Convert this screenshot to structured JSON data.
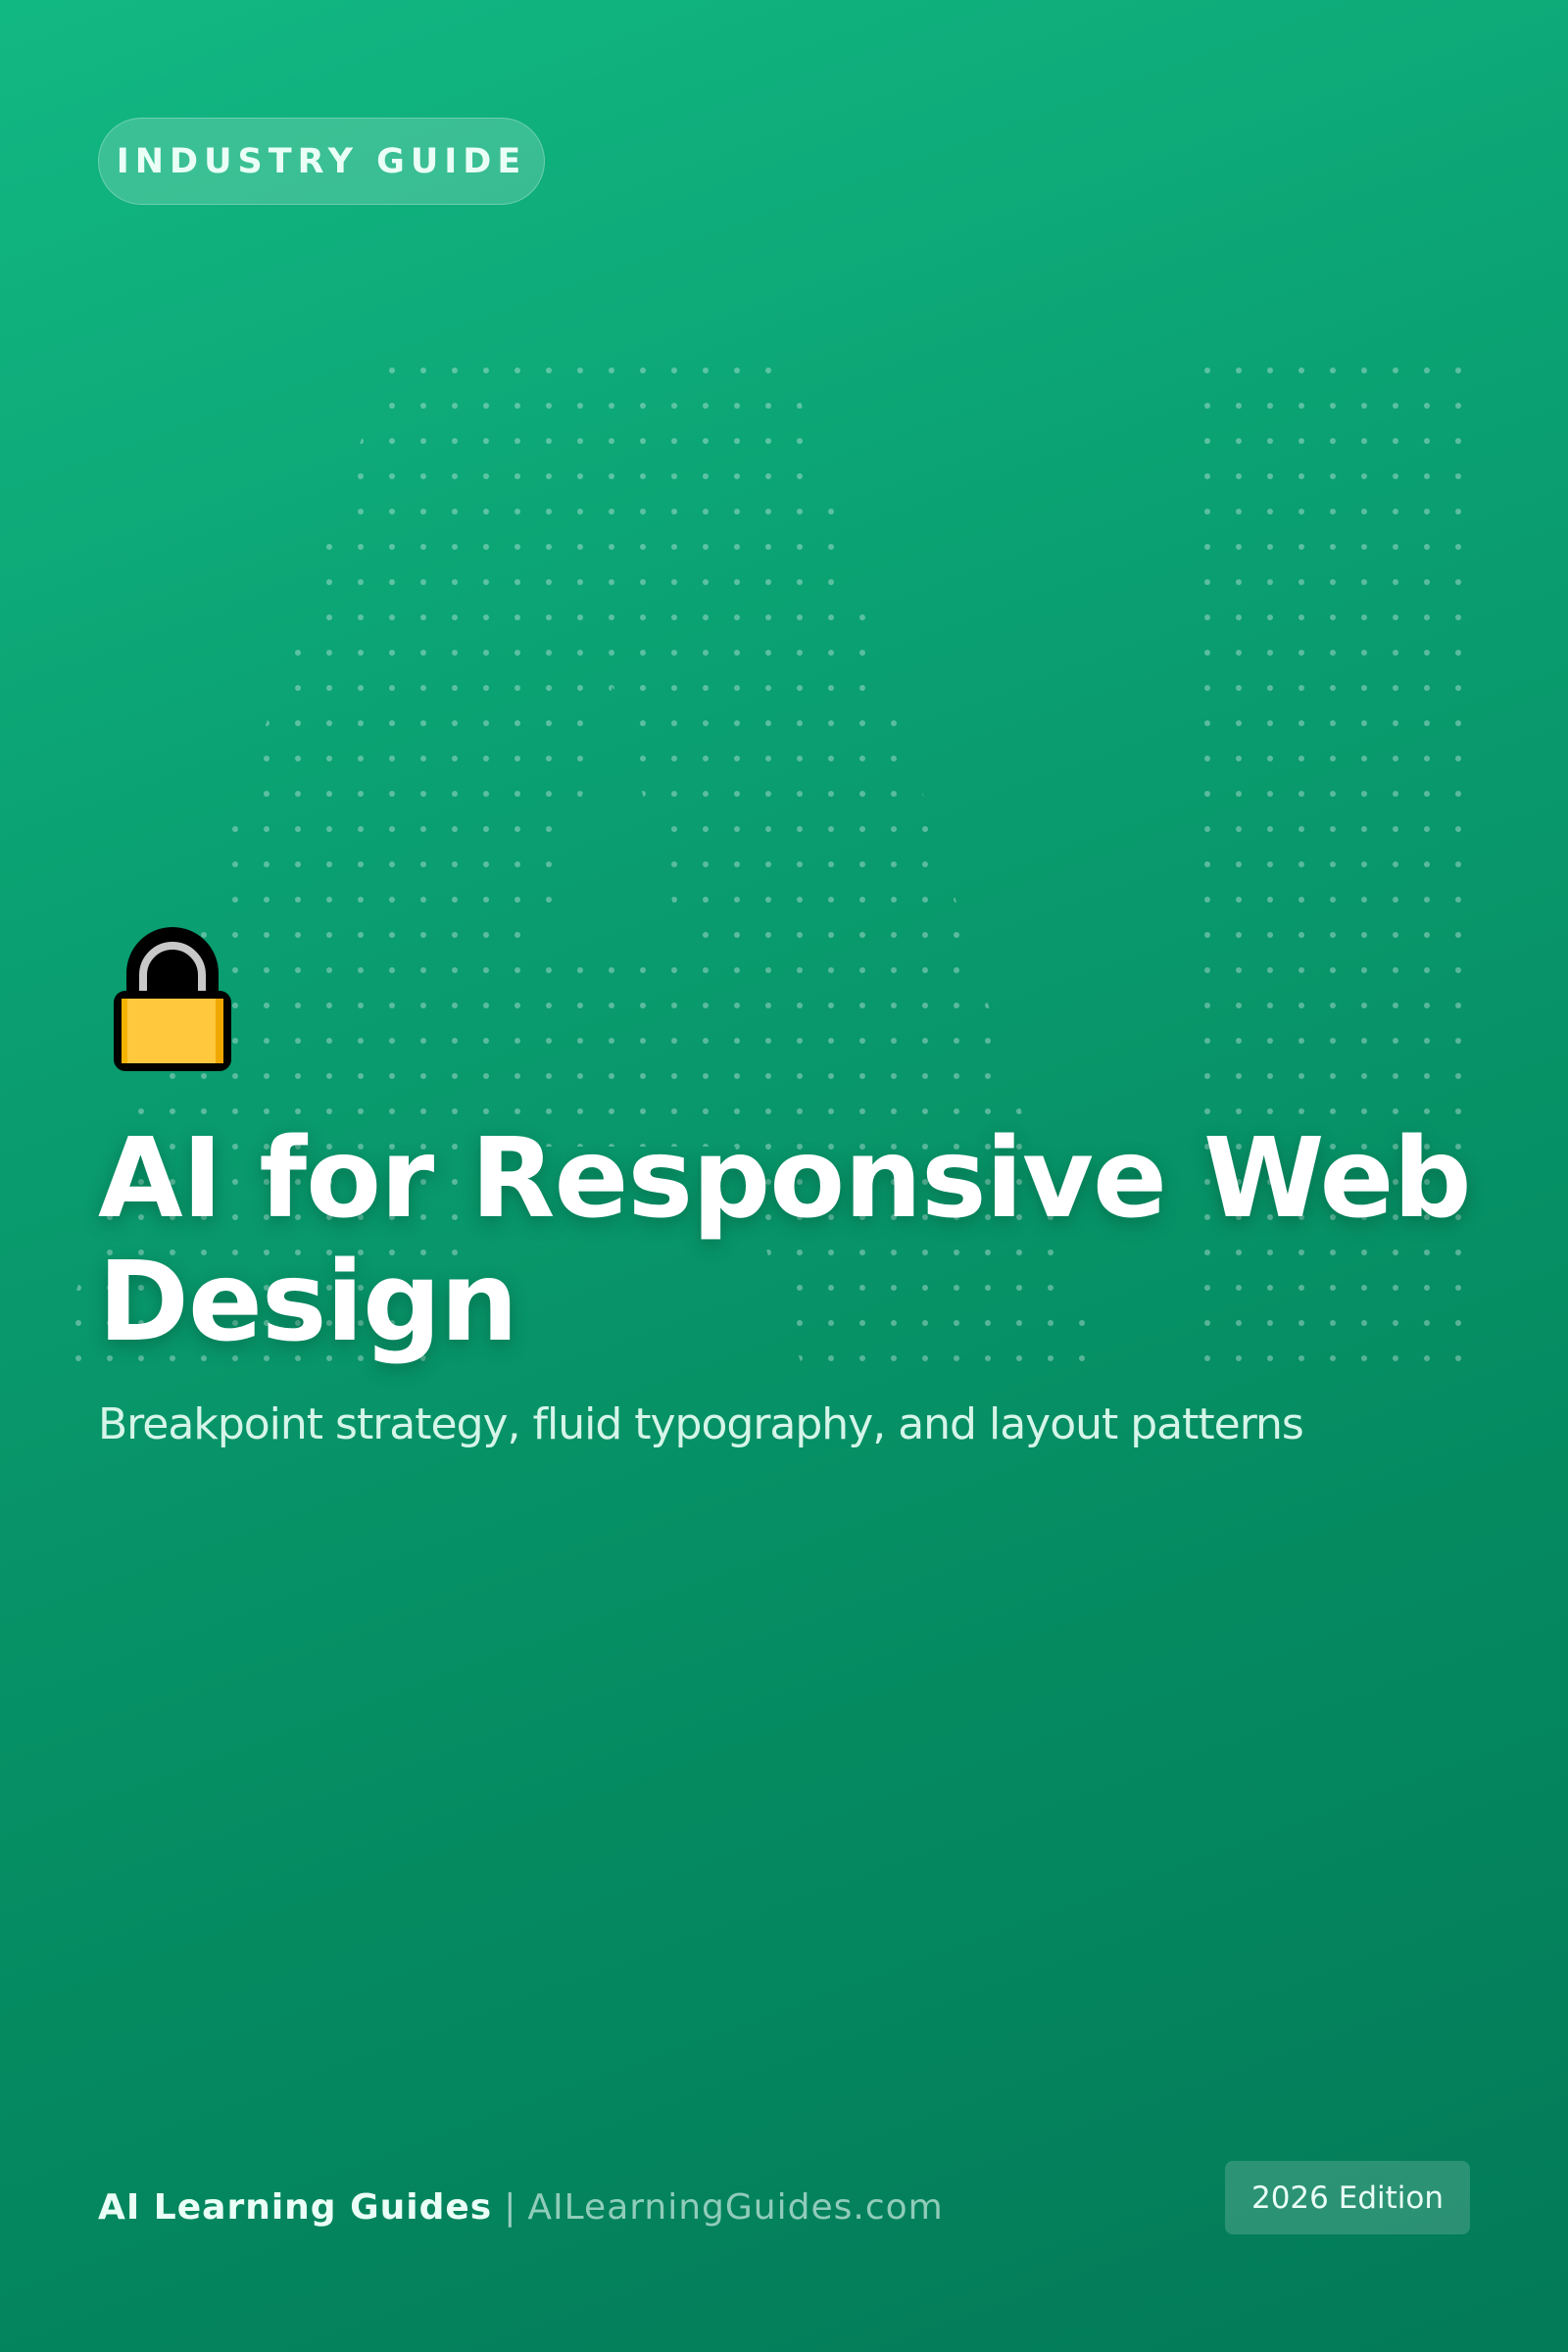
{
  "watermark": "AI",
  "badge": "INDUSTRY GUIDE",
  "icon": "lock-icon",
  "title": "AI for Responsive Web Design",
  "subtitle": "Breakpoint strategy, fluid typography, and layout patterns",
  "footer": {
    "brand": "AI Learning Guides",
    "separator": "|",
    "site": "AILearningGuides.com",
    "edition": "2026 Edition"
  },
  "colors": {
    "background_start": "#12b882",
    "background_end": "#037a58",
    "lock_body": "#ffc83d"
  }
}
